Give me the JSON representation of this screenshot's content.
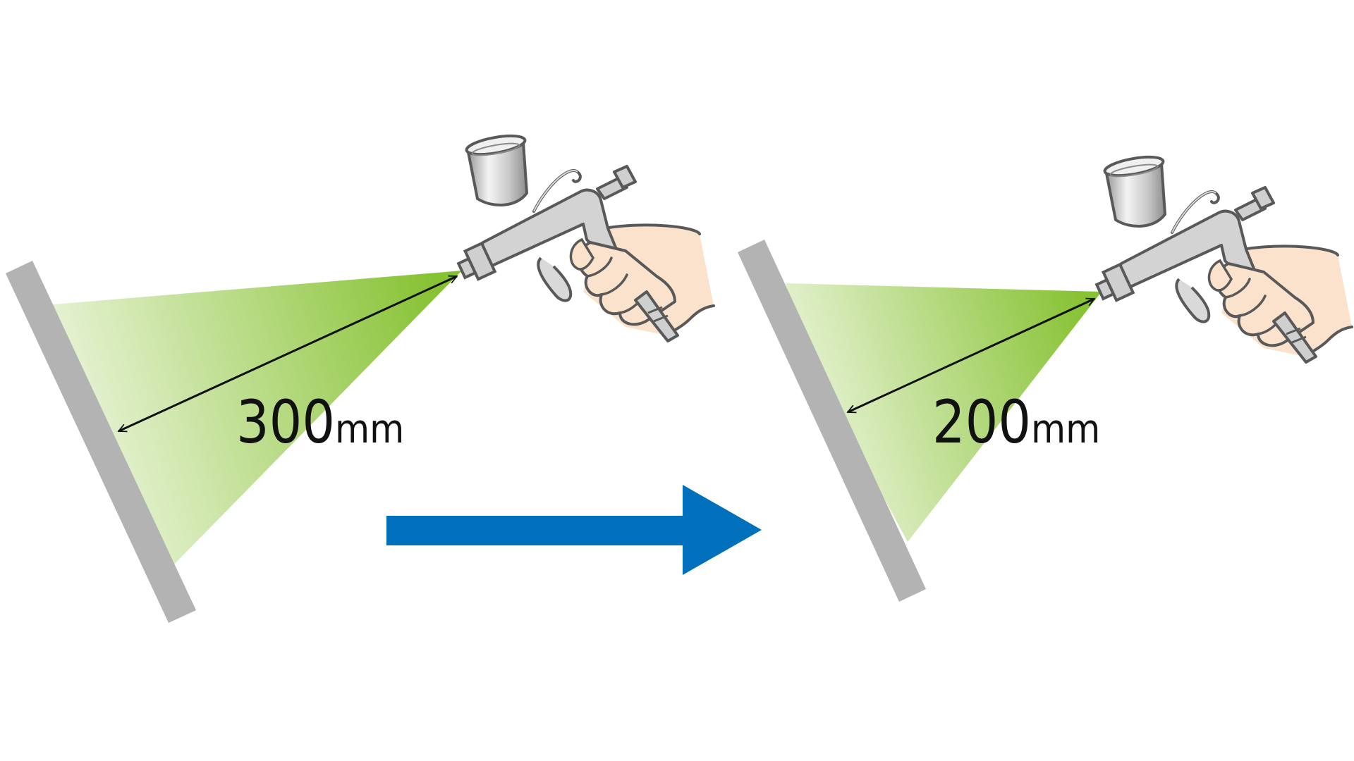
{
  "scenes": [
    {
      "distance_value": "300",
      "distance_unit": "mm"
    },
    {
      "distance_value": "200",
      "distance_unit": "mm"
    }
  ],
  "colors": {
    "spray_strong": "#86c232",
    "spray_light": "#e4f1cf",
    "wall": "#b3b3b3",
    "arrow": "#0070bd",
    "skin": "#fbe2cc",
    "metal": "#cfcfcf",
    "outline": "#595959"
  },
  "icons": [
    "spray-gun-icon",
    "hand-icon",
    "right-arrow-icon",
    "double-headed-arrow-icon"
  ]
}
